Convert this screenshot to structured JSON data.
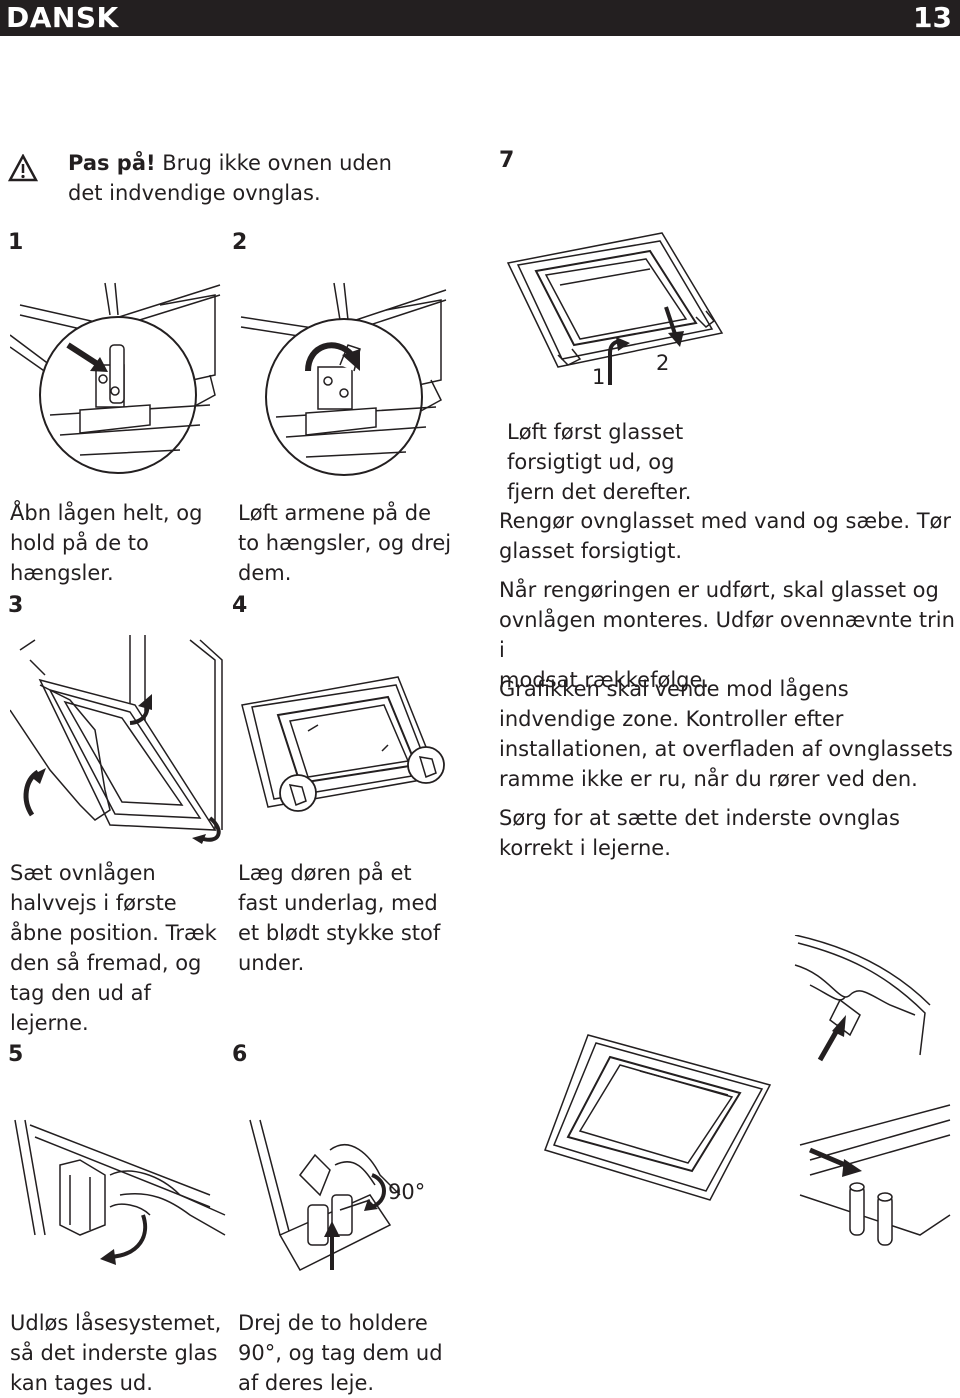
{
  "header": {
    "language": "DANSK",
    "page_number": "13"
  },
  "warning": {
    "icon": "warning-triangle-icon",
    "bold": "Pas på!",
    "line1_rest": " Brug ikke ovnen uden",
    "line2": "det indvendige ovnglas."
  },
  "steps": {
    "s1": {
      "number": "1",
      "lines": [
        "Åbn lågen helt, og",
        "hold på de to",
        "hængsler."
      ]
    },
    "s2": {
      "number": "2",
      "lines": [
        "Løft armene på de",
        "to hængsler, og drej",
        "dem."
      ]
    },
    "s3": {
      "number": "3",
      "lines": [
        "Sæt ovnlågen",
        "halvvejs i første",
        "åbne position. Træk",
        "den så fremad, og",
        "tag den ud af",
        "lejerne."
      ]
    },
    "s4": {
      "number": "4",
      "lines": [
        "Læg døren på et",
        "fast underlag, med",
        "et blødt stykke stof",
        "under."
      ]
    },
    "s5": {
      "number": "5",
      "lines": [
        "Udløs låsesystemet,",
        "så det inderste glas",
        "kan tages ud."
      ]
    },
    "s6": {
      "number": "6",
      "lines": [
        "Drej de to holdere",
        "90°, og tag dem ud",
        "af deres leje."
      ],
      "angle_label": "90°"
    },
    "s7": {
      "number": "7",
      "fig_label_1": "1",
      "fig_label_2": "2",
      "intro_lines": [
        "Løft først glasset",
        "forsigtigt ud, og",
        "fjern det derefter."
      ],
      "paragraphs": [
        [
          "Rengør ovnglasset med vand og sæbe. Tør",
          "glasset forsigtigt."
        ],
        [
          "Når rengøringen er udført, skal glasset og",
          "ovnlågen monteres. Udfør ovennævnte trin i",
          "modsat rækkefølge."
        ],
        [
          "Grafikken skal vende mod lågens",
          "indvendige zone. Kontroller efter",
          "installationen, at overfladen af ovnglassets",
          "ramme ikke er ru, når du rører ved den."
        ],
        [
          "Sørg for at sætte det inderste ovnglas",
          "korrekt i lejerne."
        ]
      ]
    }
  }
}
